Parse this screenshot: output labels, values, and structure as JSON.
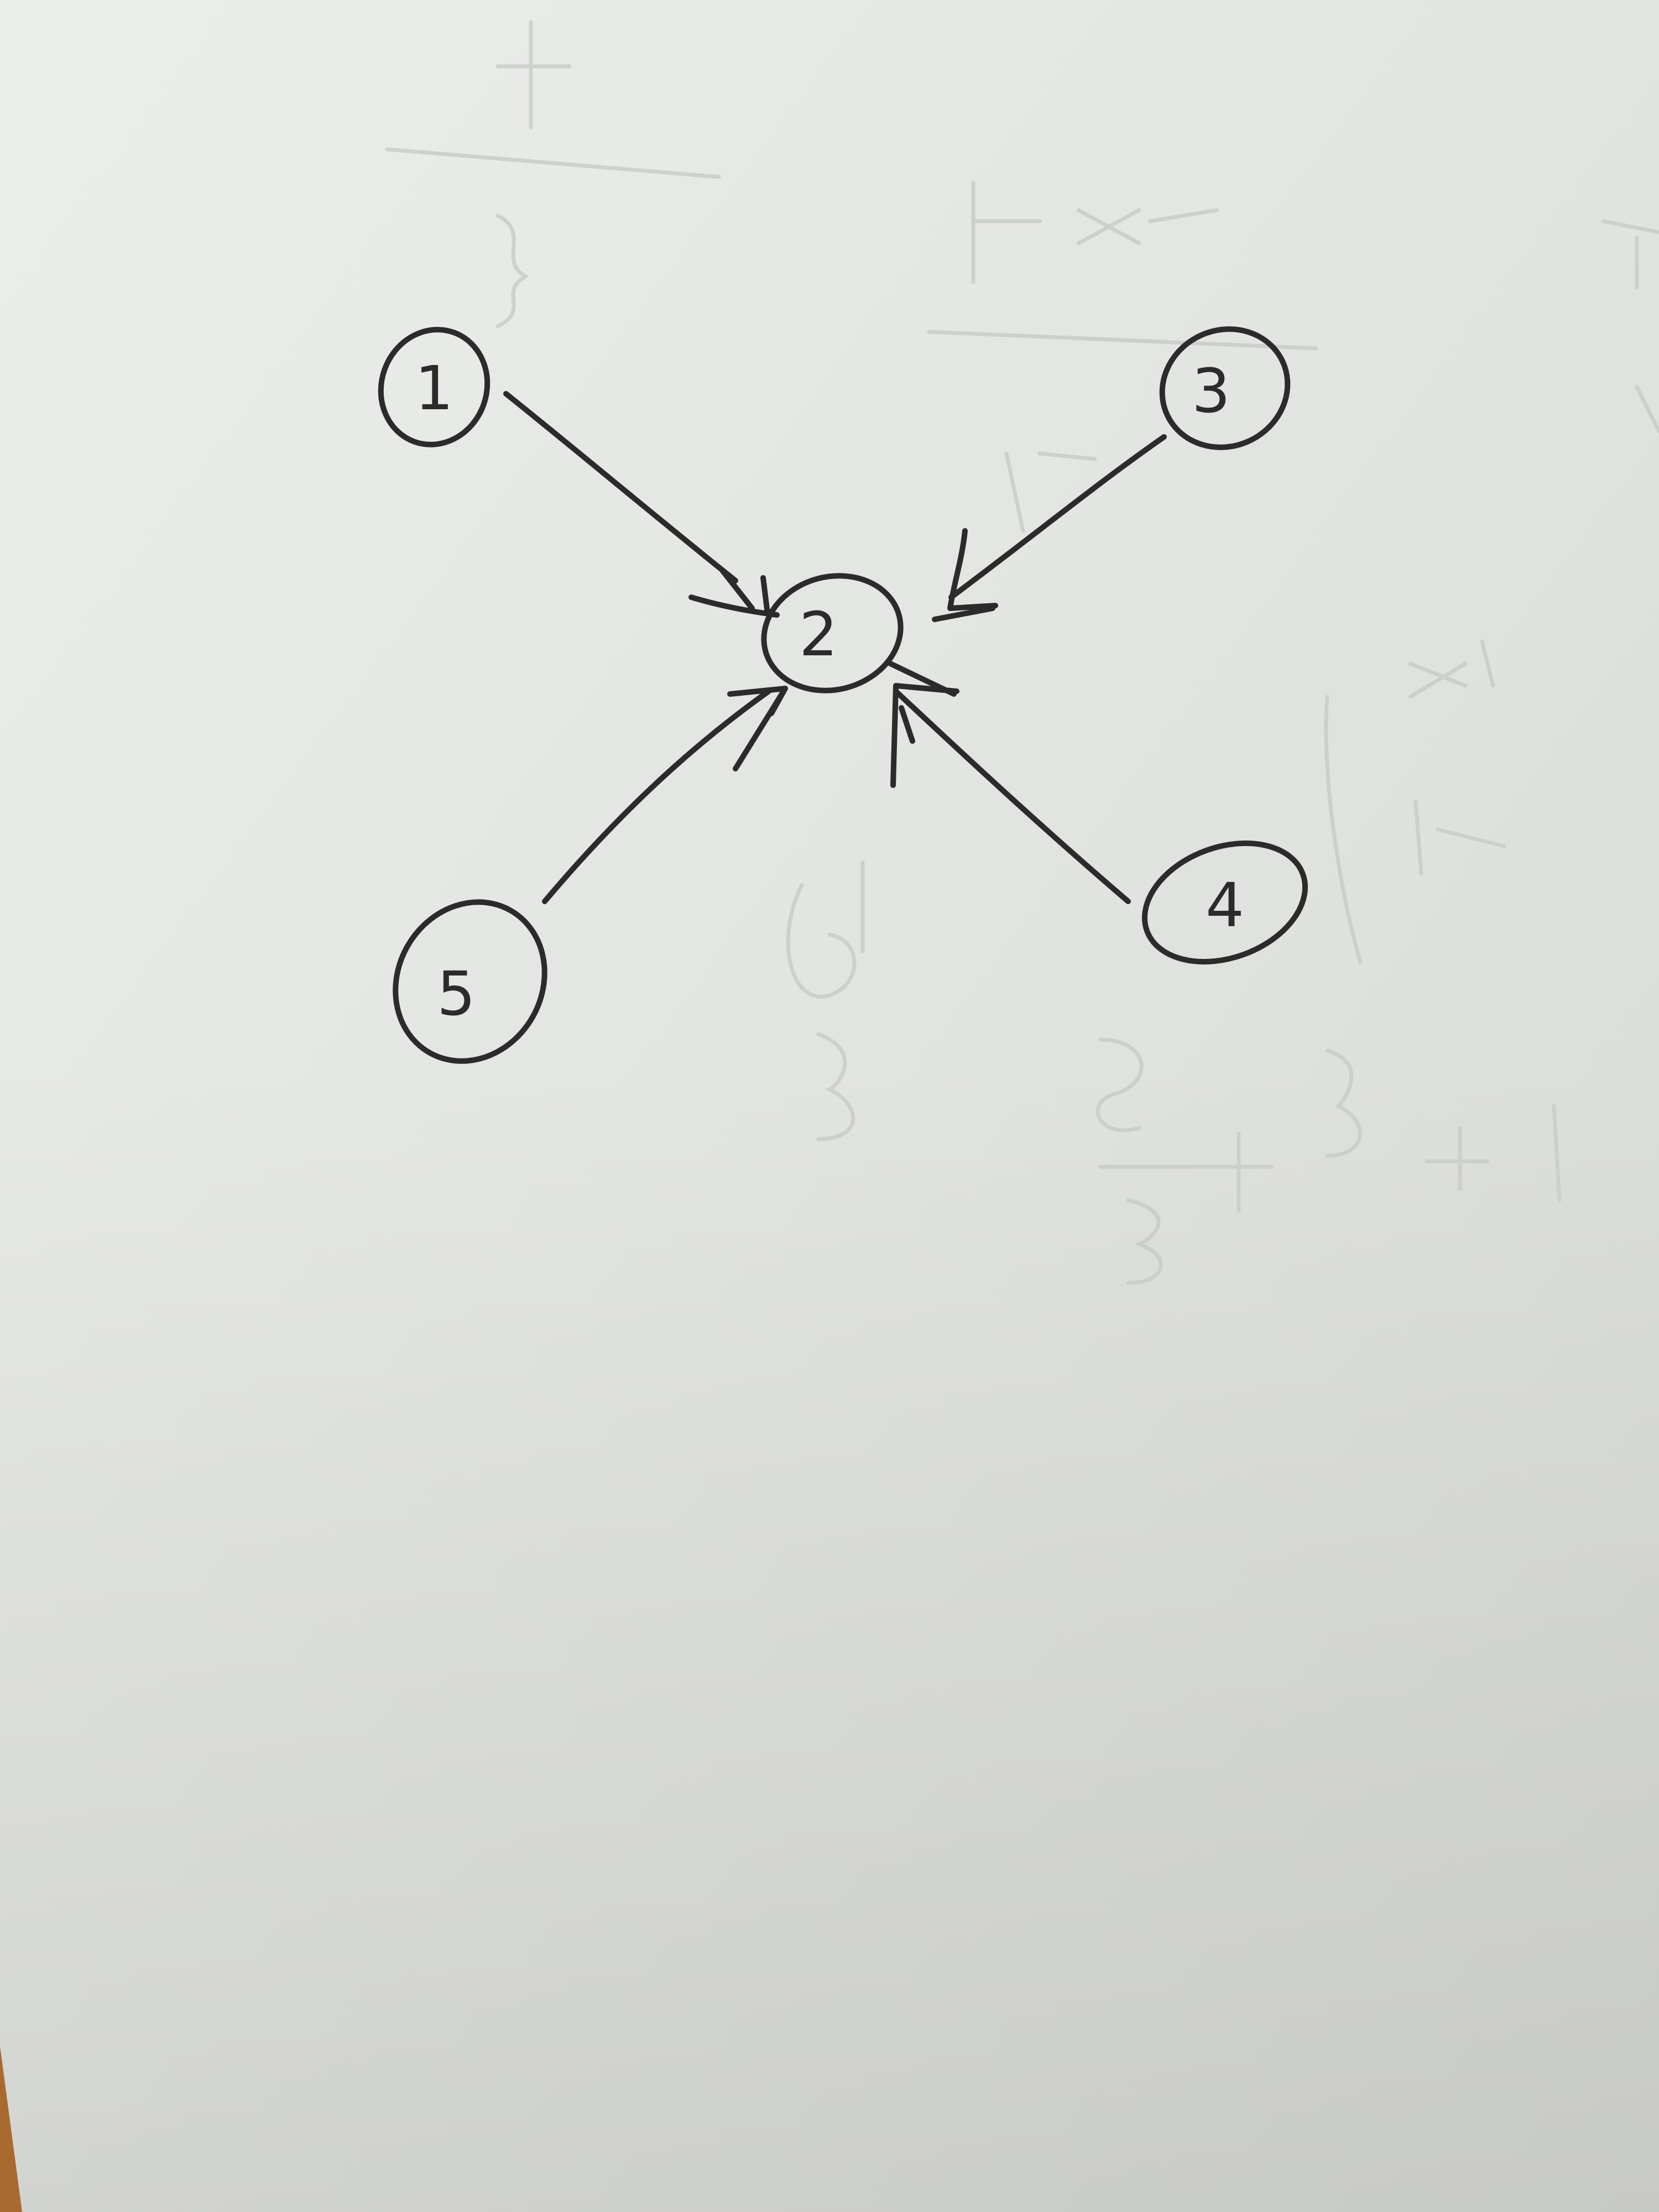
{
  "diagram": {
    "nodes": [
      {
        "id": "n1",
        "label": "1"
      },
      {
        "id": "n2",
        "label": "2"
      },
      {
        "id": "n3",
        "label": "3"
      },
      {
        "id": "n4",
        "label": "4"
      },
      {
        "id": "n5",
        "label": "5"
      }
    ],
    "edges": [
      {
        "from": "1",
        "to": "2",
        "directed": true
      },
      {
        "from": "3",
        "to": "2",
        "directed": true
      },
      {
        "from": "4",
        "to": "2",
        "directed": true
      },
      {
        "from": "5",
        "to": "2",
        "directed": true
      }
    ]
  },
  "colors": {
    "ink": "#2b2b2b",
    "paper": "#e6e7e4",
    "paper_shadow": "#cdd0cc",
    "faint_marks": "#c9ccc7"
  }
}
